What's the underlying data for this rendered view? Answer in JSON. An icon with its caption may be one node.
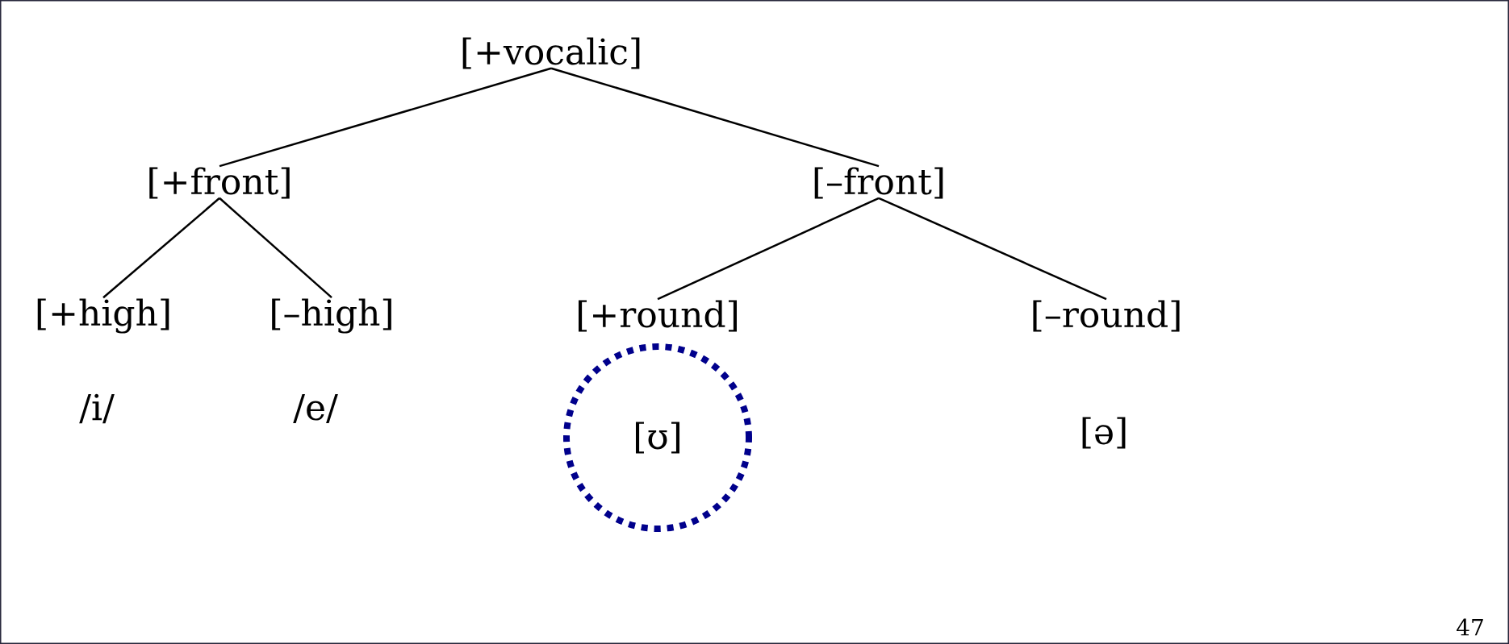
{
  "diagram": {
    "nodes": [
      {
        "text": [
          "[+vocalic]"
        ]
      },
      {
        "text": [
          "[+front]"
        ]
      },
      {
        "text": [
          "[–front]"
        ]
      },
      {
        "text": [
          "[+high]"
        ]
      },
      {
        "text": [
          "[–high]"
        ]
      },
      {
        "text": [
          "[+round]"
        ]
      },
      {
        "text": [
          "[–round]"
        ]
      },
      {
        "text": [
          "[ʊ]"
        ]
      }
    ],
    "edges": [
      {
        "from": 0,
        "to": 1,
        "arrow": "none"
      },
      {
        "from": 0,
        "to": 2,
        "arrow": "none"
      },
      {
        "from": 1,
        "to": 3,
        "arrow": "none"
      },
      {
        "from": 1,
        "to": 4,
        "arrow": "none"
      },
      {
        "from": 2,
        "to": 5,
        "arrow": "none"
      },
      {
        "from": 2,
        "to": 6,
        "arrow": "none"
      }
    ],
    "labels": [
      "/i/",
      "/e/",
      "[ə]",
      "47"
    ]
  }
}
